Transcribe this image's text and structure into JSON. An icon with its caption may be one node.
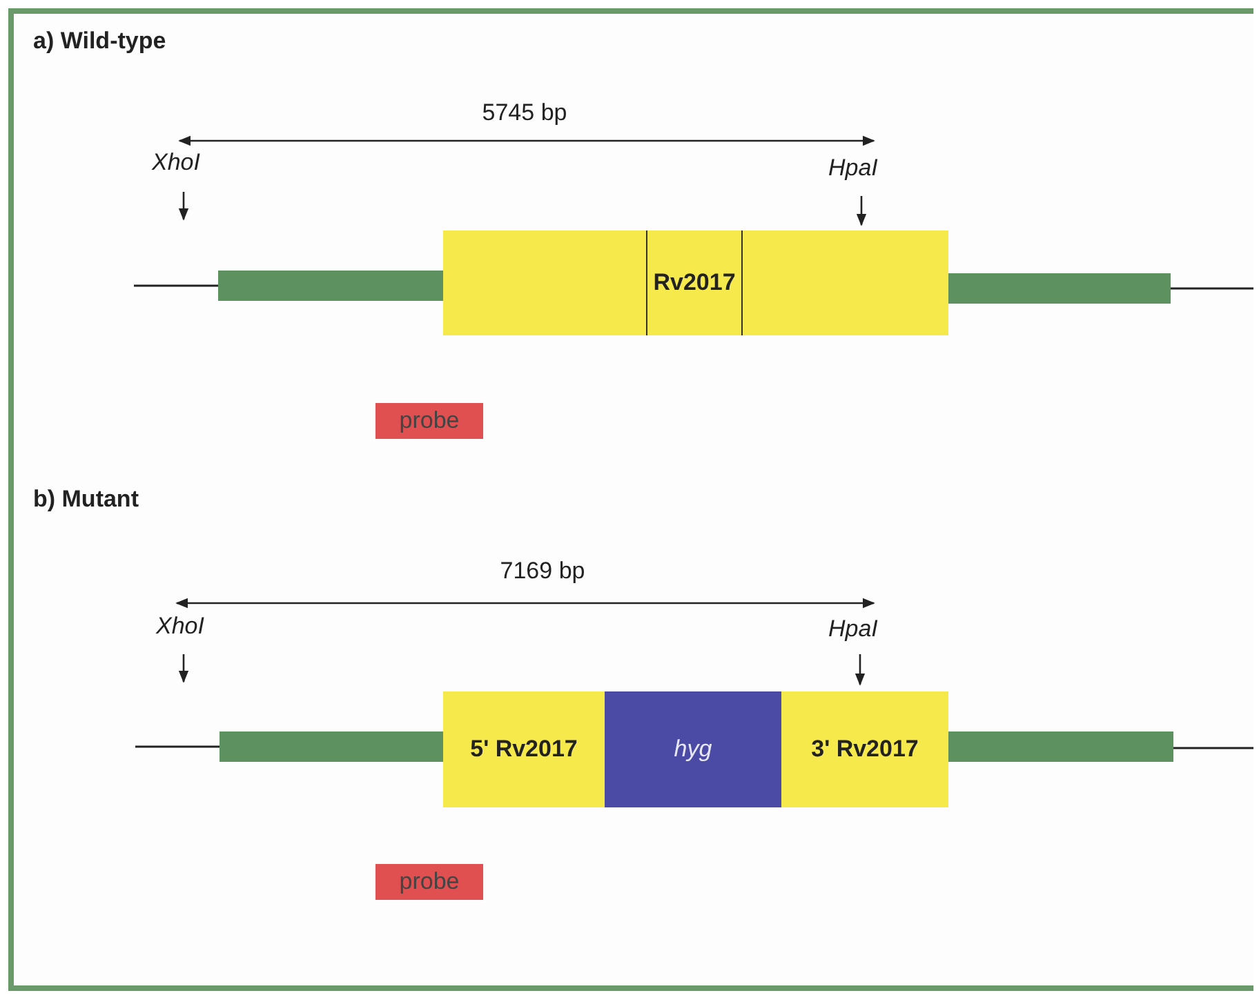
{
  "diagram": {
    "nodes": [
      {
        "text": [],
        "shape": "bar"
      },
      {
        "text": [
          "Rv2017"
        ]
      },
      {
        "text": [],
        "shape": "bar"
      },
      {
        "text": [
          "probe"
        ]
      },
      {
        "text": [],
        "shape": "bar"
      },
      {
        "text": [
          "5' Rv2017"
        ]
      },
      {
        "text": [
          "hyg"
        ]
      },
      {
        "text": [
          "3' Rv2017"
        ]
      },
      {
        "text": [],
        "shape": "bar"
      },
      {
        "text": [
          "probe"
        ]
      }
    ],
    "labels": [
      "a) Wild-type",
      "5745 bp",
      "XhoI",
      "HpaI",
      "b) Mutant",
      "7169 bp",
      "XhoI",
      "HpaI"
    ]
  }
}
